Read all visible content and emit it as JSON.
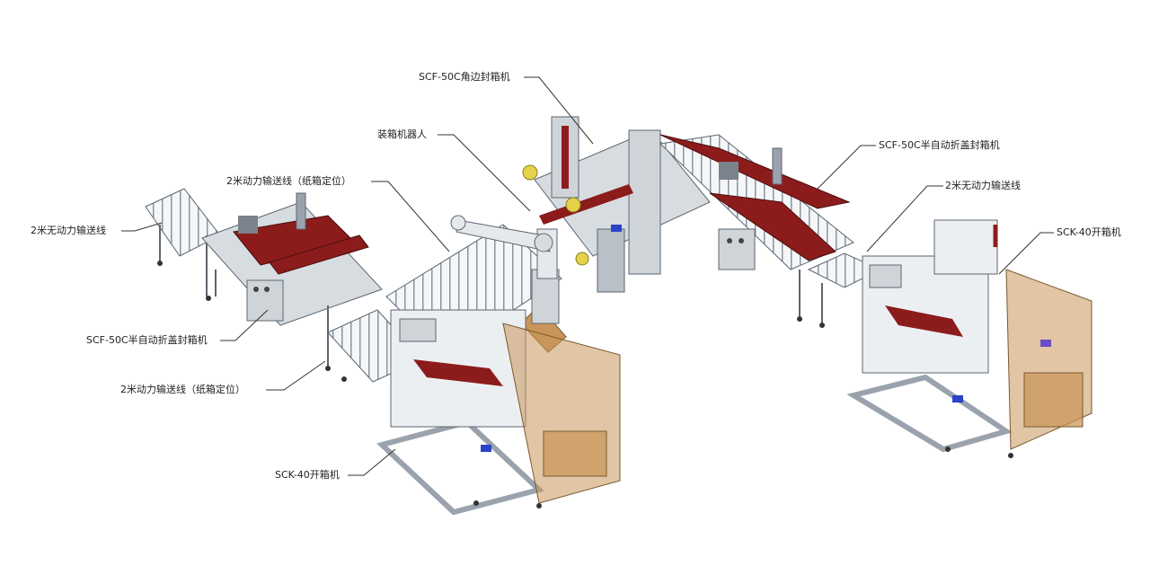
{
  "labels": {
    "corner_sealer": "SCF-50C角边封箱机",
    "robot": "装箱机器人",
    "semi_auto_sealer_right": "SCF-50C半自动折盖封箱机",
    "powered_conveyor_top": "2米动力输送线（纸箱定位）",
    "unpowered_conveyor_right": "2米无动力输送线",
    "unpowered_conveyor_left": "2米无动力输送线",
    "erector_right": "SCK-40开箱机",
    "semi_auto_sealer_left": "SCF-50C半自动折盖封箱机",
    "powered_conveyor_bottom": "2米动力输送线（纸箱定位）",
    "erector_left": "SCK-40开箱机"
  },
  "colors": {
    "frame": "#9aa3ad",
    "frame_dark": "#5d6670",
    "accent_red": "#8c1c1c",
    "accent_yellow": "#e3d24a",
    "panel_amber": "#c9955a",
    "accent_blue": "#2a43c9",
    "leader": "#333333"
  }
}
